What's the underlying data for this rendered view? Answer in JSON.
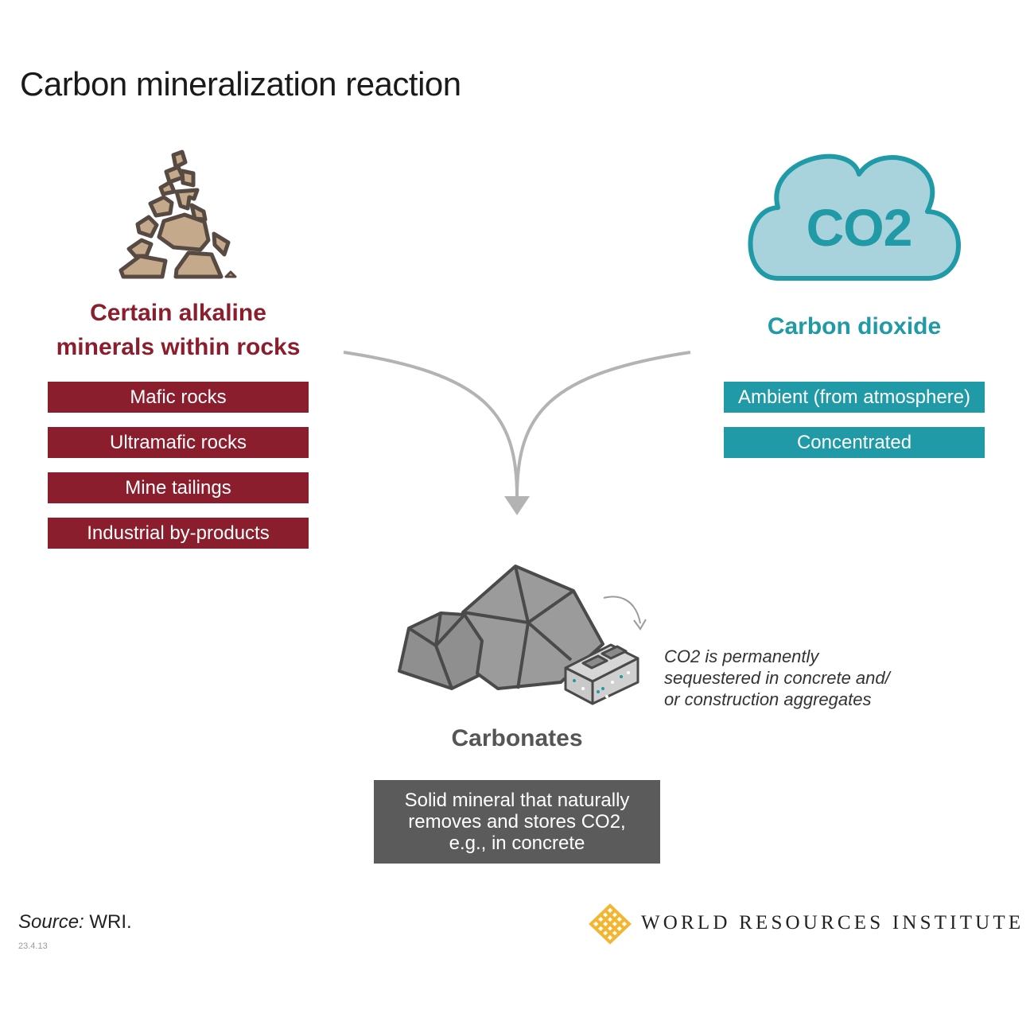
{
  "title": "Carbon mineralization reaction",
  "minerals": {
    "heading_lines": [
      "Certain alkaline",
      "minerals within rocks"
    ],
    "items": [
      "Mafic rocks",
      "Ultramafic rocks",
      "Mine tailings",
      "Industrial by-products"
    ],
    "color": "#8b1e2d",
    "icon": "rock-pile-icon"
  },
  "co2": {
    "cloud_label": "CO2",
    "heading": "Carbon dioxide",
    "items": [
      "Ambient (from atmosphere)",
      "Concentrated"
    ],
    "color": "#1f9aa6",
    "icon": "cloud-icon"
  },
  "carbonates": {
    "heading": "Carbonates",
    "box_lines": [
      "Solid mineral that naturally",
      "removes and stores CO2,",
      "e.g., in concrete"
    ],
    "color": "#5b5b5b",
    "icon": "gray-rocks-icon"
  },
  "note_lines": [
    "CO2 is permanently",
    "sequestered in concrete and/",
    "or construction aggregates"
  ],
  "source": {
    "label": "Source:",
    "value": " WRI."
  },
  "code": "23.4.13",
  "logo_text": "WORLD RESOURCES INSTITUTE"
}
